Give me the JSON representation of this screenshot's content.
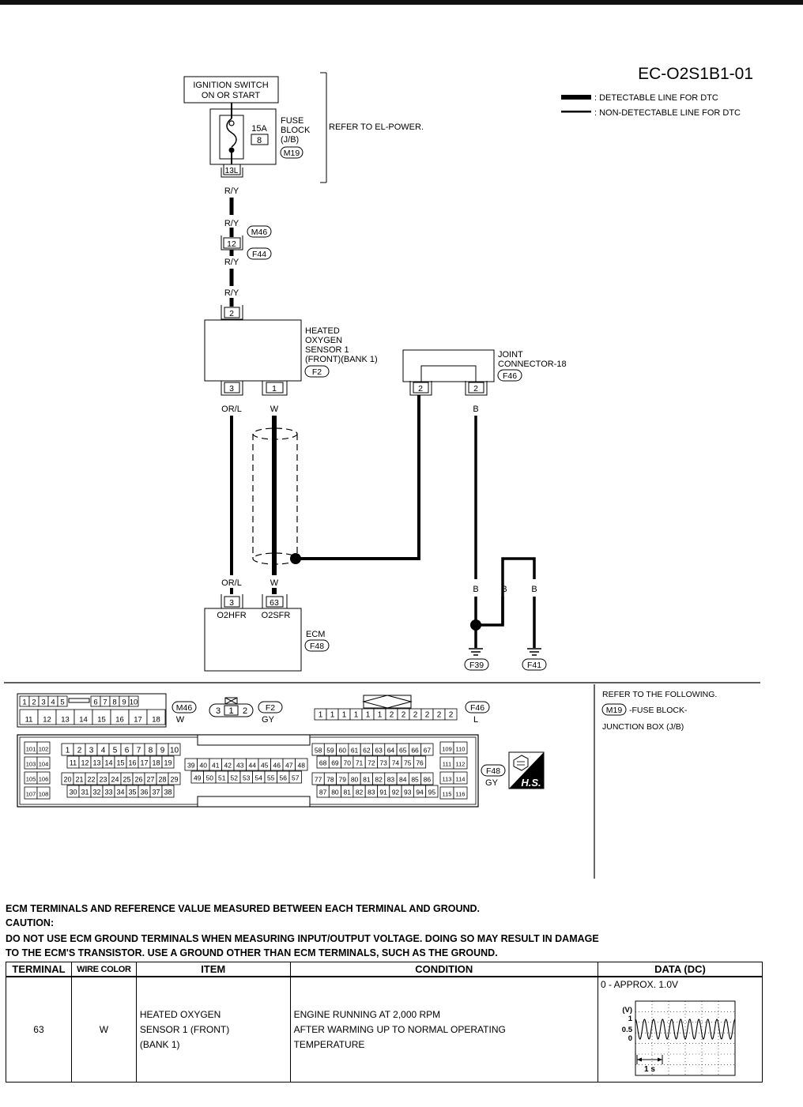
{
  "header": {
    "code": "EC-O2S1B1-01",
    "legend": [
      {
        "label": ": DETECTABLE LINE FOR DTC"
      },
      {
        "label": ": NON-DETECTABLE LINE FOR DTC"
      }
    ]
  },
  "schematic": {
    "ignition_switch": [
      "IGNITION SWITCH",
      "ON OR START"
    ],
    "fuse_amp": "15A",
    "fuse_number": "8",
    "fuse_block_label": [
      "FUSE",
      "BLOCK",
      "(J/B)"
    ],
    "fuse_block_connector": "M19",
    "fuse_terminal": "13L",
    "refer_power": "REFER TO EL-POWER.",
    "wire_ry": "R/Y",
    "joint_terminal": "12",
    "joint_conn_a": "M46",
    "joint_conn_b": "F44",
    "sensor_terminal_top": "2",
    "sensor_label": [
      "HEATED",
      "OXYGEN",
      "SENSOR 1",
      "(FRONT)(BANK 1)"
    ],
    "sensor_connector": "F2",
    "sensor_terminal_3": "3",
    "sensor_terminal_1": "1",
    "wire_orl": "OR/L",
    "wire_w": "W",
    "joint_connector_label": [
      "JOINT",
      "CONNECTOR-18"
    ],
    "joint_connector_id": "F46",
    "jc_terminal_2": "2",
    "wire_b": "B",
    "ecm_terminal_3": "3",
    "ecm_terminal_63": "63",
    "ecm_pin_o2hfr": "O2HFR",
    "ecm_pin_o2sfr": "O2SFR",
    "ecm_label": "ECM",
    "ecm_connector": "F48",
    "ground_f39": "F39",
    "ground_f41": "F41"
  },
  "connectors": {
    "m46_row1": [
      "1",
      "2",
      "3",
      "4",
      "5",
      "",
      "6",
      "7",
      "8",
      "9",
      "10"
    ],
    "m46_row2": [
      "11",
      "12",
      "13",
      "14",
      "15",
      "16",
      "17",
      "18"
    ],
    "m46_id": "M46",
    "m46_color": "W",
    "f2_pins": [
      "3",
      "1",
      "2"
    ],
    "f2_id": "F2",
    "f2_color": "GY",
    "f46_pins": [
      "1",
      "1",
      "1",
      "1",
      "1",
      "1",
      "2",
      "2",
      "2",
      "2",
      "2",
      "2"
    ],
    "f46_id": "F46",
    "f46_color": "L",
    "f48_id": "F48",
    "f48_color": "GY",
    "f48_left_pairs": [
      [
        "101",
        "102"
      ],
      [
        "103",
        "104"
      ],
      [
        "105",
        "106"
      ],
      [
        "107",
        "108"
      ]
    ],
    "f48_a_row1": [
      "1",
      "2",
      "3",
      "4",
      "5",
      "6",
      "7",
      "8",
      "9",
      "10"
    ],
    "f48_a_row2": [
      "11",
      "12",
      "13",
      "14",
      "15",
      "16",
      "17",
      "18",
      "19"
    ],
    "f48_a_row3": [
      "20",
      "21",
      "22",
      "23",
      "24",
      "25",
      "26",
      "27",
      "28",
      "29"
    ],
    "f48_a_row4": [
      "30",
      "31",
      "32",
      "33",
      "34",
      "35",
      "36",
      "37",
      "38"
    ],
    "f48_b_row1": [
      "39",
      "40",
      "41",
      "42",
      "43",
      "44",
      "45",
      "46",
      "47",
      "48"
    ],
    "f48_b_row2": [
      "49",
      "50",
      "51",
      "52",
      "53",
      "54",
      "55",
      "56",
      "57"
    ],
    "f48_c_row1": [
      "58",
      "59",
      "60",
      "61",
      "62",
      "63",
      "64",
      "65",
      "66",
      "67"
    ],
    "f48_c_row2": [
      "68",
      "69",
      "70",
      "71",
      "72",
      "73",
      "74",
      "75",
      "76"
    ],
    "f48_c_row3": [
      "77",
      "78",
      "79",
      "80",
      "81",
      "82",
      "83",
      "84",
      "85",
      "86"
    ],
    "f48_c_row4": [
      "87",
      "80",
      "81",
      "82",
      "83",
      "91",
      "92",
      "93",
      "94",
      "95"
    ],
    "f48_right_pairs": [
      [
        "109",
        "110"
      ],
      [
        "111",
        "112"
      ],
      [
        "113",
        "114"
      ],
      [
        "115",
        "116"
      ]
    ],
    "hs_badge": "H.S."
  },
  "refer": {
    "title": "REFER TO THE FOLLOWING.",
    "connector": "M19",
    "text1": "-FUSE BLOCK-",
    "text2": "JUNCTION BOX (J/B)"
  },
  "notes": {
    "line1": "ECM TERMINALS AND REFERENCE VALUE MEASURED BETWEEN EACH TERMINAL AND GROUND.",
    "line2": "CAUTION:",
    "line3": "DO NOT USE ECM GROUND TERMINALS WHEN MEASURING INPUT/OUTPUT VOLTAGE. DOING SO MAY RESULT IN DAMAGE",
    "line4": "TO THE ECM'S TRANSISTOR. USE A GROUND OTHER THAN ECM TERMINALS, SUCH AS THE GROUND."
  },
  "table": {
    "headers": {
      "terminal": "TERMINAL",
      "wire": "WIRE COLOR",
      "item": "ITEM",
      "condition": "CONDITION",
      "data": "DATA (DC)"
    },
    "row": {
      "terminal": "63",
      "wire": "W",
      "item": [
        "HEATED OXYGEN",
        "SENSOR 1 (FRONT)",
        "(BANK 1)"
      ],
      "condition": [
        "ENGINE RUNNING AT 2,000 RPM",
        "AFTER WARMING UP TO NORMAL OPERATING",
        "TEMPERATURE"
      ],
      "data": "0 - APPROX. 1.0V",
      "scope_unit": "(V)",
      "scope_1": "1",
      "scope_05": "0.5",
      "scope_0": "0",
      "scope_time": "1 s"
    }
  }
}
